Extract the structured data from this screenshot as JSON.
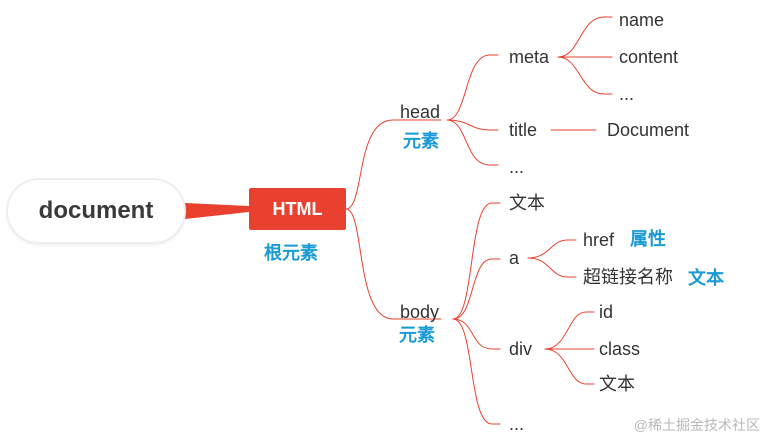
{
  "root": {
    "label": "document"
  },
  "html": {
    "label": "HTML",
    "note": "根元素"
  },
  "head": {
    "label": "head",
    "note": "元素",
    "meta": {
      "label": "meta",
      "children": [
        "name",
        "content",
        "..."
      ]
    },
    "title": {
      "label": "title",
      "value": "Document"
    },
    "more": "..."
  },
  "body": {
    "label": "body",
    "note": "元素",
    "text": "文本",
    "a": {
      "label": "a",
      "href": {
        "label": "href",
        "note": "属性"
      },
      "link_name": {
        "label": "超链接名称",
        "note": "文本"
      }
    },
    "div": {
      "label": "div",
      "children": [
        "id",
        "class",
        "文本"
      ]
    },
    "more": "..."
  },
  "watermark": "@稀土掘金技术社区",
  "colors": {
    "line": "#e8412f",
    "html_box": "#e8412f",
    "note": "#1a9ad6",
    "text": "#333333"
  }
}
